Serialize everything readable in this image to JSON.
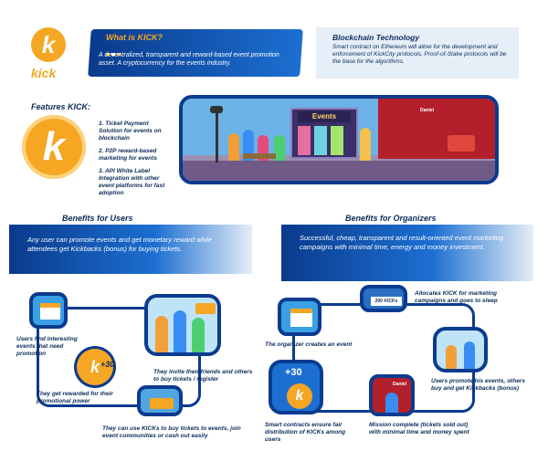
{
  "logo": {
    "word": "kick"
  },
  "what_is": {
    "title": "What is KICK?",
    "body": "A decentralized, transparent and reward-based event promotion asset.  A cryptocurrency for the events industry."
  },
  "blockchain": {
    "title": "Blockchain Technology",
    "body": "Smart contract on Ethereum will allow for the development and enforcement of KickCity protocols. Proof-of-Stake protocols will be the base for the algorithms."
  },
  "features": {
    "title": "Features KICK:",
    "items": [
      "1. Ticket Payment Solution for events on blockchain",
      "2. P2P  reward-based marketing for events",
      "3. API White Label Integration with other event platforms for fast adoption"
    ],
    "scene_sign": "Events",
    "scene_door": "Daniel"
  },
  "users": {
    "title": "Benefits for Users",
    "body": "Any user can promote events and get monetary reward while attendees get Kickbacks (bonus) for buying tickets.",
    "captions": [
      "Users find interesting events that need promotion",
      "They invite their friends and others to buy tickets / register",
      "They get rewarded for their promotional power",
      "They can use KICKs to buy tickets to events, join event communities or cash out easily"
    ],
    "reward": "+30"
  },
  "organizers": {
    "title": "Benefits for Organizers",
    "body": "Successful, cheap, transparent and result-oriented event marketing campaigns with minimal time, energy and money investment.",
    "captions": [
      "Allocates KICK for marketing campaigns and goes to sleep",
      "The organizer creates an event",
      "Users promote his events, others buy and get Kickbacks (bonus)",
      "Smart contracts ensure fair distribution of KICKs among users",
      "Mission complete (tickets sold out) with minimal time and money spent"
    ],
    "reward": "+30",
    "kicks_label": "200 KICKs",
    "badge": "Daniel"
  },
  "colors": {
    "accent": "#f5a623",
    "navy": "#0b3b8f",
    "blue": "#1c6fd1"
  }
}
